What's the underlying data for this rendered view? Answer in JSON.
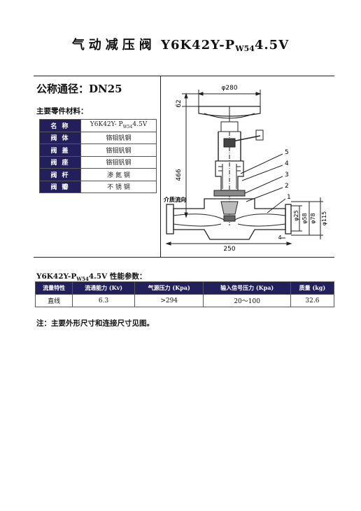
{
  "title": {
    "main": "气动减压阀",
    "model_prefix": "Y6K42Y-P",
    "model_sub": "W54",
    "model_suffix": "4.5V"
  },
  "nominal_diameter": "公称通径：DN25",
  "materials": {
    "heading": "主要零件材料：",
    "rows": [
      {
        "key": "名  称",
        "value_prefix": "Y6K42Y- P",
        "value_sub": "W54",
        "value_suffix": "4.5V"
      },
      {
        "key": "阀  体",
        "value": "铬钼钒钢"
      },
      {
        "key": "阀  盖",
        "value": "铬钼钒钢"
      },
      {
        "key": "阀  座",
        "value": "铬钼钒钢"
      },
      {
        "key": "阀  杆",
        "value": "渗 氮 钢"
      },
      {
        "key": "阀  瓣",
        "value": "不 锈 钢"
      }
    ]
  },
  "drawing": {
    "dim_top": "φ280",
    "dim_62": "62",
    "dim_466": "466",
    "dim_250": "250",
    "dim_4": "4",
    "dim_d25": "φ25",
    "dim_d58": "φ58",
    "dim_d78": "φ78",
    "dim_d115": "φ115",
    "flow_label": "介质流向",
    "callouts": [
      "5",
      "4",
      "3",
      "2",
      "1"
    ]
  },
  "performance": {
    "heading_prefix": "Y6K42Y-P",
    "heading_sub": "W54",
    "heading_suffix": "4.5V 性能参数：",
    "headers": [
      "流量特性",
      "流通能力 (Kv)",
      "气源压力 (Kpa)",
      "输入信号压力 (Kpa)",
      "质量 (kg)"
    ],
    "values": [
      "直线",
      "6.3",
      ">294",
      "20～100",
      "32.6"
    ]
  },
  "note": "注：主要外形尺寸和连接尺寸见图。",
  "colors": {
    "table_header_bg": "#221f5c",
    "table_header_text": "#ffffff"
  }
}
